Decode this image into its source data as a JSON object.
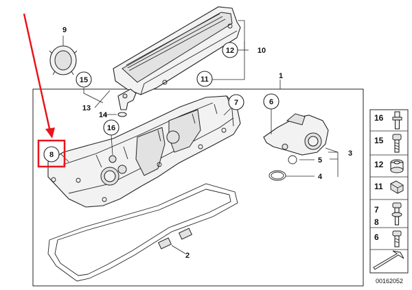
{
  "callouts": {
    "c1": "1",
    "c2": "2",
    "c3": "3",
    "c4": "4",
    "c5": "5",
    "c6": "6",
    "c7": "7",
    "c8": "8",
    "c9": "9",
    "c10": "10",
    "c11": "11",
    "c12": "12",
    "c13": "13",
    "c14": "14",
    "c15": "15",
    "c16": "16"
  },
  "side_panel": {
    "p16": "16",
    "p15": "15",
    "p12": "12",
    "p11": "11",
    "p7": "7",
    "p8": "8",
    "p6": "6"
  },
  "diagram_code": "00162052",
  "colors": {
    "highlight": "#e8141c",
    "line": "#222222"
  },
  "icons": [
    "red-arrow-icon",
    "direction-arrow-icon"
  ]
}
